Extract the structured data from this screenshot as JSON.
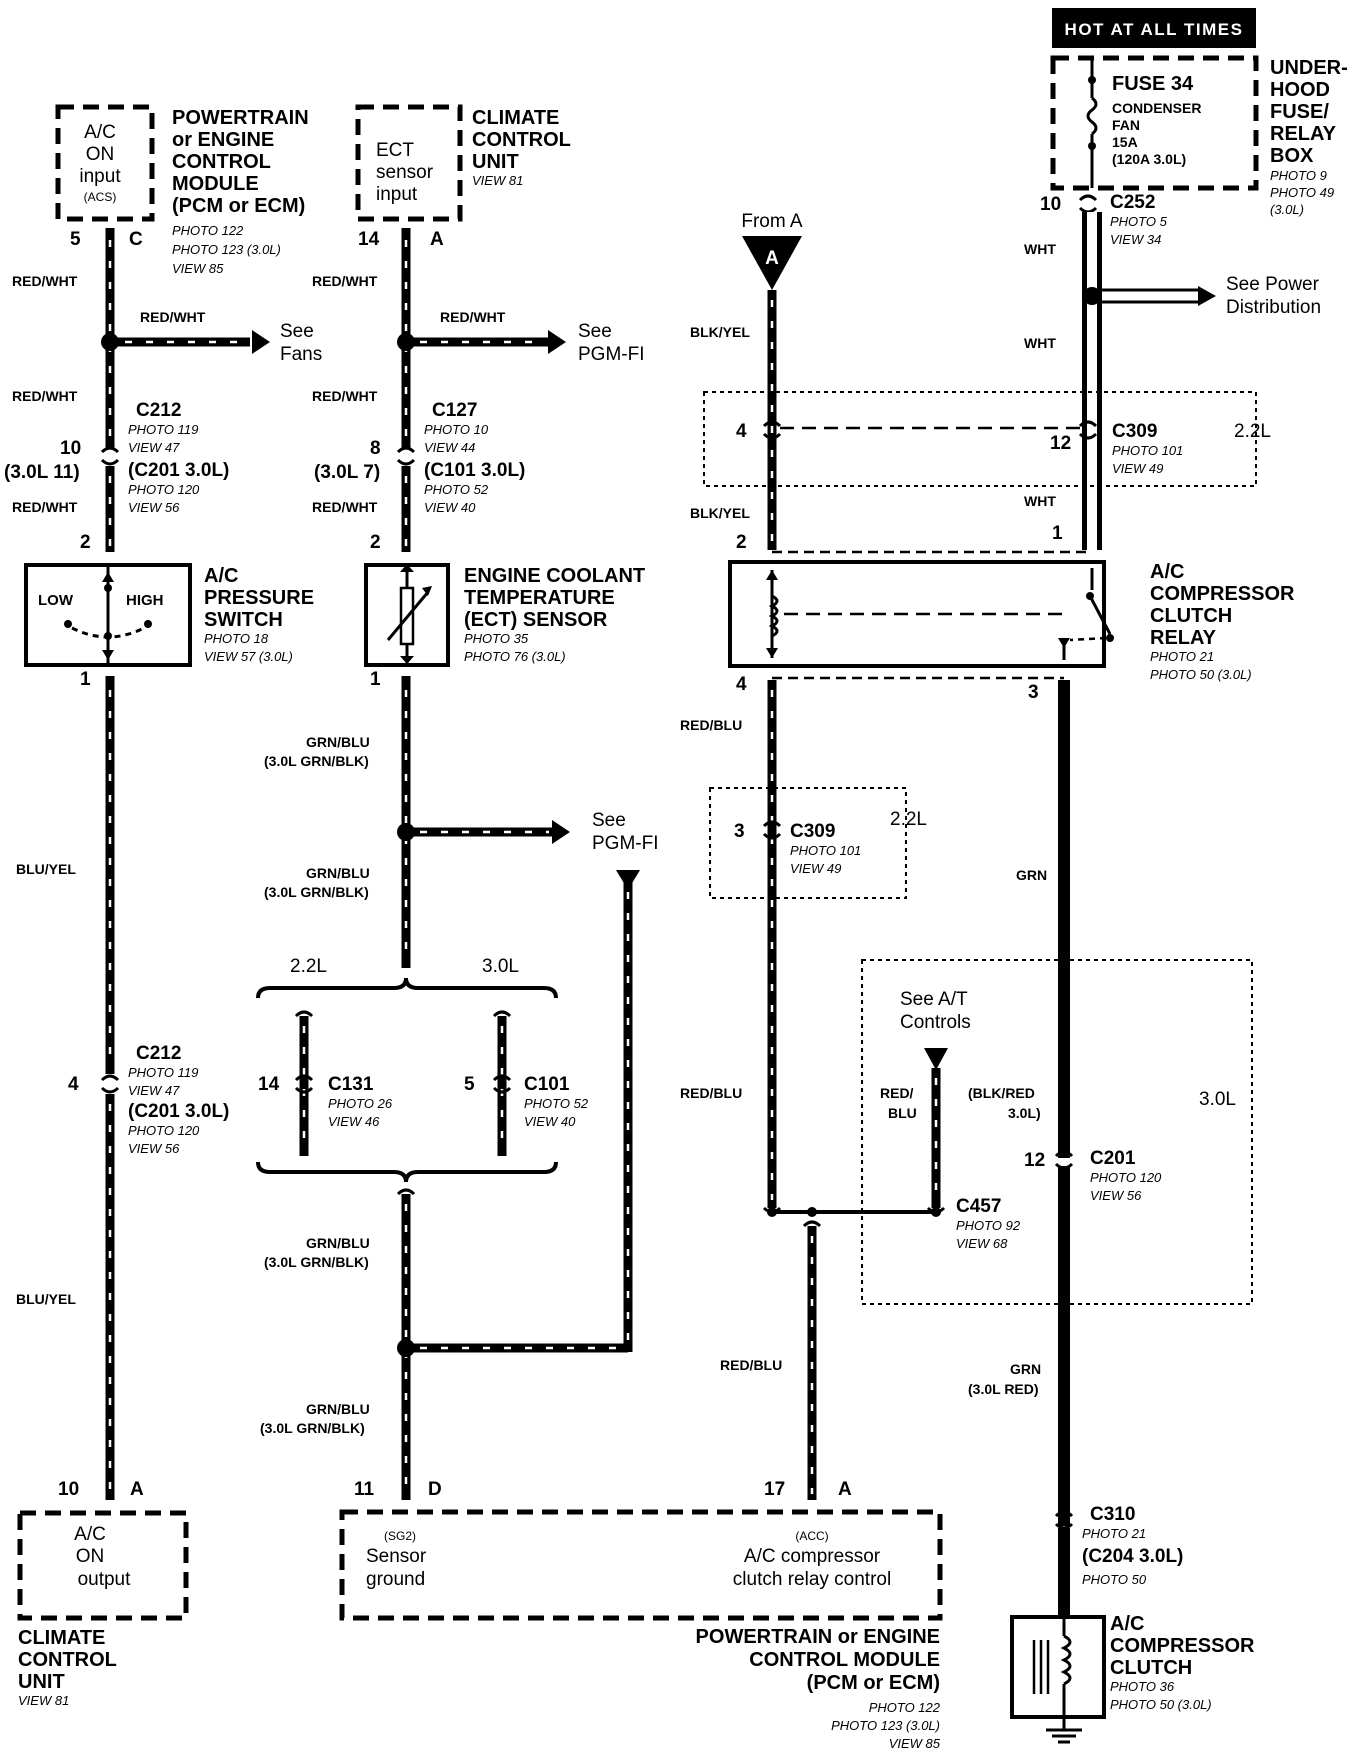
{
  "banner": "HOT AT ALL TIMES",
  "fusebox": {
    "fuse": "FUSE 34",
    "circuit_line1": "CONDENSER",
    "circuit_line2": "FAN",
    "rating": "15A",
    "alt": "(120A 3.0L)",
    "title_lines": [
      "UNDER-",
      "HOOD",
      "FUSE/",
      "RELAY",
      "BOX"
    ],
    "refs": [
      "PHOTO 9",
      "PHOTO 49",
      "(3.0L)"
    ]
  },
  "pcm_top": {
    "box_lines": [
      "A/C",
      "ON",
      "input"
    ],
    "box_sub": "(ACS)",
    "title_lines": [
      "POWERTRAIN",
      "or ENGINE",
      "CONTROL",
      "MODULE",
      "(PCM or ECM)"
    ],
    "refs": [
      "PHOTO 122",
      "PHOTO 123 (3.0L)",
      "VIEW 85"
    ],
    "pin": "5",
    "term": "C"
  },
  "ccu_top": {
    "box_lines": [
      "ECT",
      "sensor",
      "input"
    ],
    "title_lines": [
      "CLIMATE",
      "CONTROL",
      "UNIT"
    ],
    "refs": [
      "VIEW 81"
    ],
    "pin": "14",
    "term": "A"
  },
  "col1": {
    "wire_red_wht": "RED/WHT",
    "see": [
      "See",
      "Fans"
    ],
    "c212_top": {
      "name": "C212",
      "refs": [
        "PHOTO 119",
        "VIEW 47"
      ],
      "alt": "(C201 3.0L)",
      "alt_refs": [
        "PHOTO 120",
        "VIEW 56"
      ]
    },
    "pin_10": "10",
    "pin_alt": "(3.0L 11)",
    "pin_2": "2",
    "pin_1": "1",
    "pin_4": "4",
    "switch": {
      "title_lines": [
        "A/C",
        "PRESSURE",
        "SWITCH"
      ],
      "refs": [
        "PHOTO 18",
        "VIEW 57 (3.0L)"
      ],
      "low": "LOW",
      "high": "HIGH"
    },
    "wire_blu_yel": "BLU/YEL",
    "c212_bot": {
      "name": "C212",
      "refs": [
        "PHOTO 119",
        "VIEW 47"
      ],
      "alt": "(C201 3.0L)",
      "alt_refs": [
        "PHOTO 120",
        "VIEW 56"
      ]
    },
    "bottom_pin": "10",
    "bottom_term": "A",
    "ccu_box_lines": [
      "A/C",
      "ON",
      "output"
    ],
    "ccu_title_lines": [
      "CLIMATE",
      "CONTROL",
      "UNIT"
    ],
    "ccu_refs": [
      "VIEW 81"
    ]
  },
  "col2": {
    "wire_red_wht": "RED/WHT",
    "see": [
      "See",
      "PGM-FI"
    ],
    "c127": {
      "name": "C127",
      "refs": [
        "PHOTO 10",
        "VIEW 44"
      ],
      "alt": "(C101 3.0L)",
      "alt_refs": [
        "PHOTO 52",
        "VIEW 40"
      ]
    },
    "pin_8": "8",
    "pin_alt": "(3.0L 7)",
    "pin_2": "2",
    "pin_1": "1",
    "sensor": {
      "title_lines": [
        "ENGINE COOLANT",
        "TEMPERATURE",
        "(ECT) SENSOR"
      ],
      "refs": [
        "PHOTO 35",
        "PHOTO 76 (3.0L)"
      ]
    },
    "wire_grn_blu": "GRN/BLU",
    "wire_grn_blu_alt": "(3.0L GRN/BLK)",
    "see2": [
      "See",
      "PGM-FI"
    ],
    "split_22": "2.2L",
    "split_30": "3.0L",
    "c131": {
      "pin": "14",
      "name": "C131",
      "refs": [
        "PHOTO 26",
        "VIEW 46"
      ]
    },
    "c101": {
      "pin": "5",
      "name": "C101",
      "refs": [
        "PHOTO 52",
        "VIEW 40"
      ]
    },
    "bottom_pin": "11",
    "bottom_term": "D"
  },
  "col3": {
    "from": "From A",
    "triangle": "A",
    "wire_blk_yel": "BLK/YEL",
    "pin_4": "4",
    "pin_2": "2",
    "pin_4b": "4",
    "pin_3": "3",
    "wire_red_blu": "RED/BLU",
    "c309": {
      "name": "C309",
      "refs": [
        "PHOTO 101",
        "VIEW 49"
      ],
      "tag": "2.2L"
    },
    "see_at": [
      "See A/T",
      "Controls"
    ],
    "red_blu_split": [
      "RED/",
      "BLU"
    ],
    "blk_red": [
      "(BLK/RED",
      "3.0L)"
    ],
    "c457": {
      "name": "C457",
      "refs": [
        "PHOTO 92",
        "VIEW 68"
      ]
    },
    "bottom_pin": "17",
    "bottom_term": "A"
  },
  "col4": {
    "pin_10": "10",
    "c252": {
      "name": "C252",
      "refs": [
        "PHOTO 5",
        "VIEW 34"
      ]
    },
    "wire_wht": "WHT",
    "see_power": [
      "See Power",
      "Distribution"
    ],
    "c309": {
      "pin": "12",
      "name": "C309",
      "refs": [
        "PHOTO 101",
        "VIEW 49"
      ],
      "tag": "2.2L"
    },
    "pin_1": "1",
    "pin_3": "3",
    "relay": {
      "title_lines": [
        "A/C",
        "COMPRESSOR",
        "CLUTCH",
        "RELAY"
      ],
      "refs": [
        "PHOTO 21",
        "PHOTO 50 (3.0L)"
      ]
    },
    "wire_grn": "GRN",
    "tag_30": "3.0L",
    "c201": {
      "pin": "12",
      "name": "C201",
      "refs": [
        "PHOTO 120",
        "VIEW 56"
      ]
    },
    "wire_grn_alt": "(3.0L RED)",
    "c310": {
      "name": "C310",
      "refs": [
        "PHOTO 21"
      ],
      "alt": "(C204 3.0L)",
      "alt_refs": [
        "PHOTO 50"
      ]
    },
    "clutch": {
      "title_lines": [
        "A/C",
        "COMPRESSOR",
        "CLUTCH"
      ],
      "refs": [
        "PHOTO 36",
        "PHOTO 50 (3.0L)"
      ]
    }
  },
  "pcm_bottom": {
    "sg2": "(SG2)",
    "sensor_ground": [
      "Sensor",
      "ground"
    ],
    "acc": "(ACC)",
    "relay_control": [
      "A/C compressor",
      "clutch relay control"
    ],
    "title_lines": [
      "POWERTRAIN or ENGINE",
      "CONTROL MODULE",
      "(PCM or ECM)"
    ],
    "refs": [
      "PHOTO 122",
      "PHOTO 123 (3.0L)",
      "VIEW 85"
    ]
  }
}
